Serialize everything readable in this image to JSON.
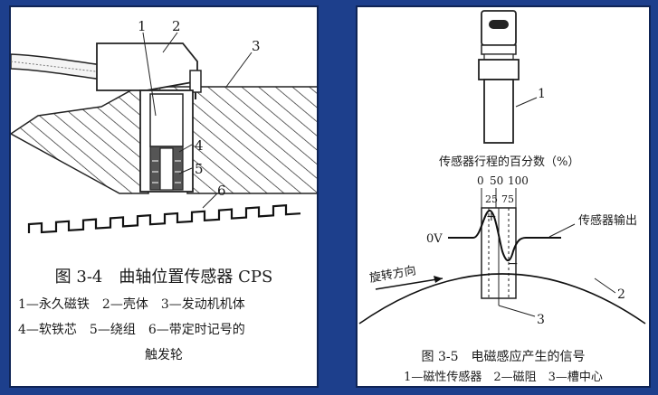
{
  "left_figure": {
    "callouts": [
      "1",
      "2",
      "3",
      "4",
      "5",
      "6"
    ],
    "title": "图 3-4　曲轴位置传感器 CPS",
    "legend_line1": "1—永久磁铁　2—壳体　3—发动机机体",
    "legend_line2": "4—软铁芯　5—绕组　6—带定时记号的",
    "legend_line3": "触发轮"
  },
  "right_figure": {
    "callout_1": "1",
    "stroke_label": "传感器行程的百分数（%）",
    "scale_top": [
      "0",
      "50",
      "100"
    ],
    "scale_bottom": [
      "25",
      "75"
    ],
    "plus_sign": "+",
    "minus_sign": "−",
    "zero_volt": "0V",
    "output_label": "传感器输出",
    "rotation_label": "旋转方向",
    "callout_2": "2",
    "callout_3": "3",
    "title": "图 3-5　电磁感应产生的信号",
    "legend": "1—磁性传感器　2—磁阻　3—槽中心"
  }
}
